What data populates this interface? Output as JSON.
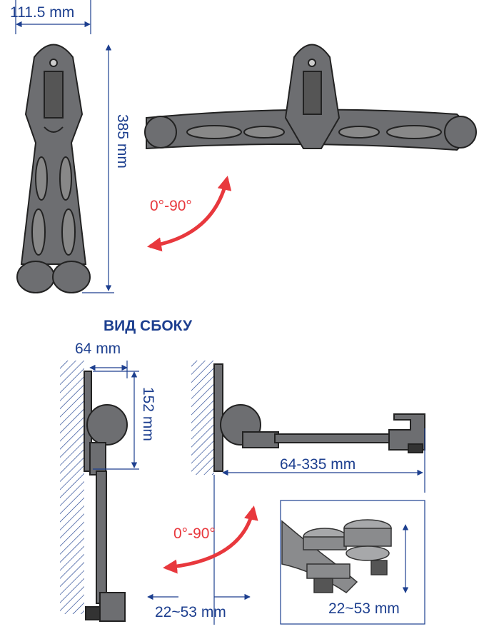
{
  "labels": {
    "width_folded": "111.5 mm",
    "height_folded": "385 mm",
    "rotation_front": "0°-90°",
    "side_view_title": "ВИД СБОКУ",
    "depth_folded": "64 mm",
    "plate_height": "152 mm",
    "extension": "64-335 mm",
    "rotation_side": "0°-90°",
    "clamp_range_side": "22~53 mm",
    "clamp_range_inset": "22~53 mm"
  },
  "colors": {
    "dimension_text": "#1d3f8f",
    "rotation_arrow": "#e8383d",
    "part_grey": "#6d6e71"
  }
}
